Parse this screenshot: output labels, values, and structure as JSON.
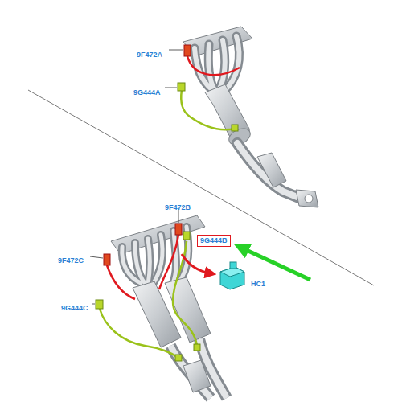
{
  "diagram": {
    "nodes": [
      {
        "text": [
          "9G444B"
        ]
      }
    ],
    "edges": [],
    "labels": [
      "9F472A",
      "9G444A",
      "9F472B",
      "HC1",
      "9F472C",
      "9G444C"
    ]
  }
}
